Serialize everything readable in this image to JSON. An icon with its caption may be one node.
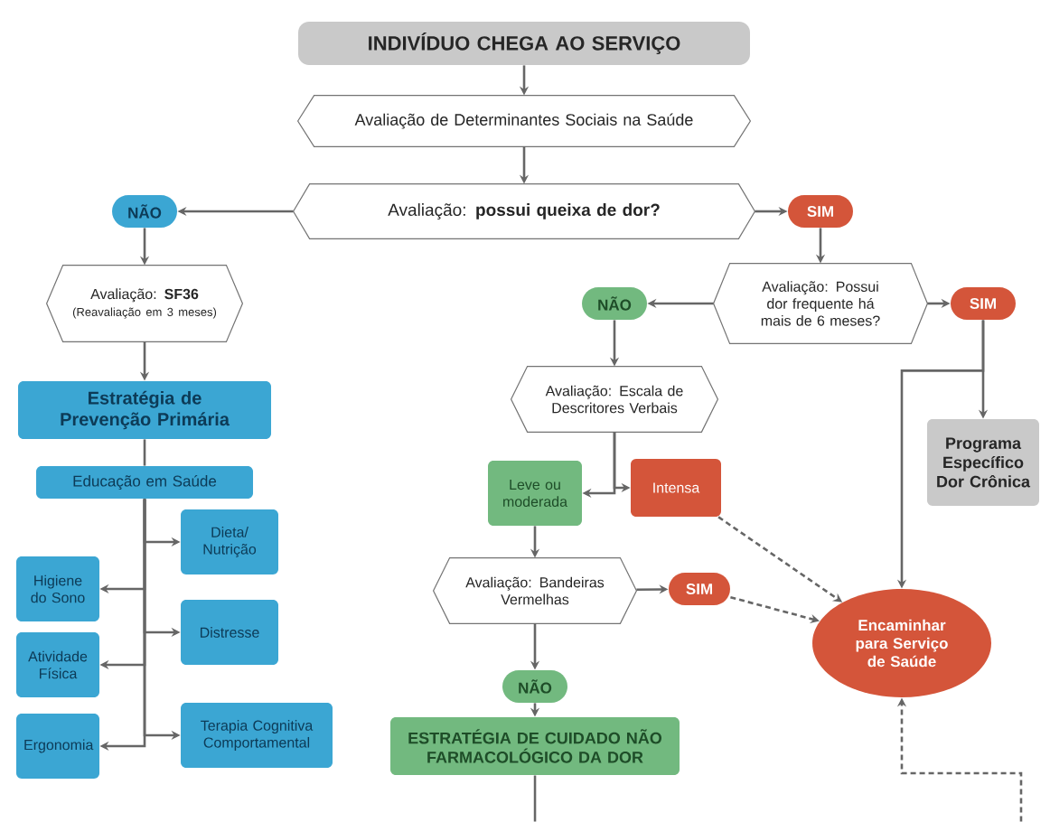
{
  "diagram": {
    "nodes": [
      {
        "text": [
          "INDIVÍDUO CHEGA AO SERVIÇO"
        ]
      },
      {
        "text": [
          "Avaliação de Determinantes Sociais na Saúde"
        ]
      },
      {
        "text": [
          "Avaliação: **possui queixa de dor?**"
        ]
      },
      {
        "text": [
          "NÃO"
        ]
      },
      {
        "text": [
          "SIM"
        ]
      },
      {
        "text": [
          "Avaliação: **SF36**",
          "(Reavaliação em 3 meses)"
        ]
      },
      {
        "text": [
          "Estratégia de Prevenção Primária"
        ]
      },
      {
        "text": [
          "Educação em Saúde"
        ]
      },
      {
        "text": [
          "Higiene do Sono"
        ]
      },
      {
        "text": [
          "Dieta/ Nutrição"
        ]
      },
      {
        "text": [
          "Atividade Física"
        ]
      },
      {
        "text": [
          "Distresse"
        ]
      },
      {
        "text": [
          "Ergonomia"
        ]
      },
      {
        "text": [
          "Terapia Cognitiva Comportamental"
        ]
      },
      {
        "text": [
          "Avaliação: Possui dor frequente há mais de 6 meses?"
        ]
      },
      {
        "text": [
          "NÃO"
        ]
      },
      {
        "text": [
          "SIM"
        ]
      },
      {
        "text": [
          "Avaliação: Escala de Descritores Verbais"
        ]
      },
      {
        "text": [
          "Leve ou moderada"
        ]
      },
      {
        "text": [
          "Intensa"
        ]
      },
      {
        "text": [
          "Programa Específico Dor Crônica"
        ]
      },
      {
        "text": [
          "Avaliação: Bandeiras Vermelhas"
        ]
      },
      {
        "text": [
          "SIM"
        ]
      },
      {
        "text": [
          "Encaminhar para Serviço de Saúde"
        ]
      },
      {
        "text": [
          "NÃO"
        ]
      },
      {
        "text": [
          "ESTRATÉGIA DE CUIDADO NÃO FARMACOLÓGICO DA DOR"
        ]
      }
    ],
    "edges": [
      {
        "from": 0,
        "to": 1,
        "arrow": "to"
      },
      {
        "from": 1,
        "to": 2,
        "arrow": "to"
      },
      {
        "from": 2,
        "to": 3,
        "arrow": "to"
      },
      {
        "from": 2,
        "to": 4,
        "arrow": "to"
      },
      {
        "from": 3,
        "to": 5,
        "arrow": "to"
      },
      {
        "from": 5,
        "to": 6,
        "arrow": "to"
      },
      {
        "from": 6,
        "to": 7,
        "arrow": "none"
      },
      {
        "from": 7,
        "to": 8,
        "arrow": "to"
      },
      {
        "from": 7,
        "to": 9,
        "arrow": "to"
      },
      {
        "from": 7,
        "to": 10,
        "arrow": "to"
      },
      {
        "from": 7,
        "to": 11,
        "arrow": "to"
      },
      {
        "from": 7,
        "to": 12,
        "arrow": "to"
      },
      {
        "from": 7,
        "to": 13,
        "arrow": "to"
      },
      {
        "from": 4,
        "to": 14,
        "arrow": "to"
      },
      {
        "from": 14,
        "to": 15,
        "arrow": "to"
      },
      {
        "from": 14,
        "to": 16,
        "arrow": "to"
      },
      {
        "from": 15,
        "to": 17,
        "arrow": "to"
      },
      {
        "from": 17,
        "to": 18,
        "arrow": "to"
      },
      {
        "from": 17,
        "to": 19,
        "arrow": "to"
      },
      {
        "from": 16,
        "to": 20,
        "arrow": "to"
      },
      {
        "from": 16,
        "to": 23,
        "arrow": "to"
      },
      {
        "from": 19,
        "to": 23,
        "arrow": "to",
        "style": "dashed"
      },
      {
        "from": 18,
        "to": 21,
        "arrow": "to"
      },
      {
        "from": 21,
        "to": 22,
        "arrow": "to"
      },
      {
        "from": 22,
        "to": 23,
        "arrow": "to",
        "style": "dashed"
      },
      {
        "from": 21,
        "to": 24,
        "arrow": "to"
      },
      {
        "from": 24,
        "to": 25,
        "arrow": "to"
      },
      {
        "from": 25,
        "to": null,
        "arrow": "none"
      },
      {
        "from": null,
        "to": 23,
        "arrow": "to",
        "style": "dashed"
      }
    ]
  }
}
